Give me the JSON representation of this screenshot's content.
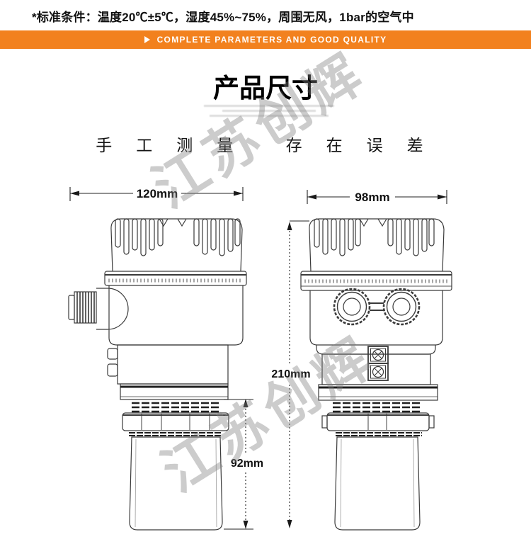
{
  "standard_note": "*标准条件：温度20℃±5℃，湿度45%~75%，周围无风，1bar的空气中",
  "banner": {
    "label": "COMPLETE PARAMETERS AND GOOD QUALITY",
    "icon": "play-triangle-icon",
    "bg_color": "#F2811E",
    "text_color": "#FFFFFF"
  },
  "section": {
    "title": "产品尺寸",
    "subtitle": "手工测量 存在误差"
  },
  "watermark": {
    "brand": "江苏创辉"
  },
  "diagram": {
    "left_view": {
      "overall_width": "120mm",
      "horn_height": "92mm"
    },
    "right_view": {
      "overall_width": "98mm",
      "overall_height": "210mm"
    },
    "line_color": "#3a3a3a"
  }
}
